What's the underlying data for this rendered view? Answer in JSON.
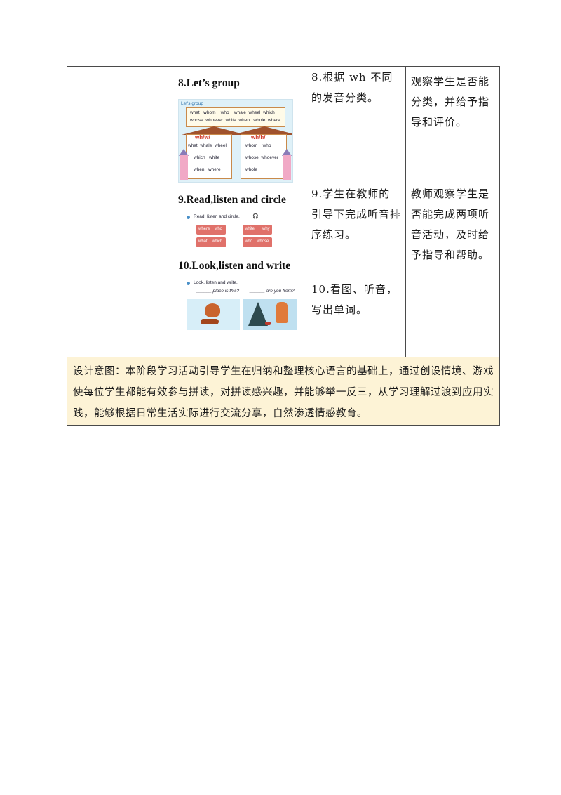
{
  "rows": {
    "activities": {
      "heading_8": "8.Let’s group",
      "heading_9": "9.Read,listen and circle",
      "heading_10": "10.Look,listen and write",
      "group_img": {
        "label": "Let's group",
        "words_top": [
          "what",
          "whom",
          "who",
          "whale",
          "wheel",
          "which",
          "whose",
          "whoever",
          "white",
          "when",
          "whole",
          "where"
        ],
        "left_header": "wh/w/",
        "left_words": [
          "what",
          "whale",
          "wheel",
          "which",
          "white",
          "when",
          "where"
        ],
        "right_header": "wh/h/",
        "right_words": [
          "whom",
          "who",
          "whose",
          "whoever",
          "whole"
        ]
      },
      "circle_img": {
        "title": "Read, listen and circle.",
        "pairs": [
          [
            "where",
            "who"
          ],
          [
            "white",
            "why"
          ],
          [
            "what",
            "which"
          ],
          [
            "who",
            "whose"
          ]
        ]
      },
      "write_img": {
        "title": "Look, listen and write.",
        "blank1": "______ place is this?",
        "blank2": "______ are you from?"
      }
    },
    "student": {
      "text_8": "8.根据 wh 不同的发音分类。",
      "text_9": "9.学生在教师的引导下完成听音排序练习。",
      "text_10": "10.看图、听音，写出单词。"
    },
    "teacher": {
      "text_a": "观察学生是否能分类，并给予指导和评价。",
      "text_b": "教师观察学生是否能完成两项听音活动，及时给予指导和帮助。"
    }
  },
  "design_intent": "设计意图：本阶段学习活动引导学生在归纳和整理核心语言的基础上，通过创设情境、游戏使每位学生都能有效参与拼读，对拼读感兴趣，并能够举一反三，从学习理解过渡到应用实践，能够根据日常生活实际进行交流分享，自然渗透情感教育。",
  "colors": {
    "footer_bg": "#fdf3d6",
    "border": "#4a4a4a",
    "brick": "#e0716a"
  }
}
